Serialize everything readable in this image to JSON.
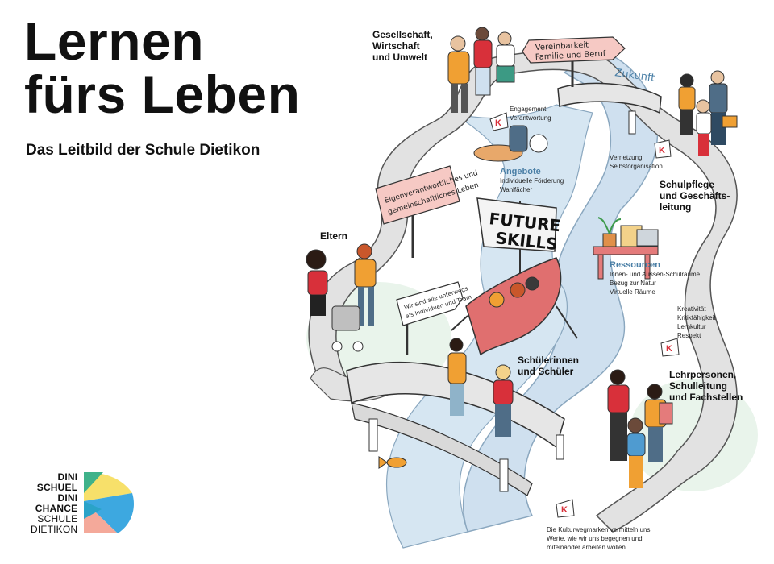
{
  "header": {
    "title_line1": "Lernen",
    "title_line2": "fürs Leben",
    "subtitle": "Das Leitbild der Schule Dietikon"
  },
  "signs": {
    "vereinbarkeit_line1": "Vereinbarkeit",
    "vereinbarkeit_line2": "Familie und Beruf",
    "zukunft": "Zukunft",
    "eigenverantwortlich_line1": "Eigenverantwortliches und",
    "eigenverantwortlich_line2": "gemeinschaftliches Leben",
    "unterwegs_line1": "Wir sind alle unterwegs",
    "unterwegs_line2": "als Individuen und Team",
    "future_skills_line1": "FUTURE",
    "future_skills_line2": "SKILLS",
    "marker_letter": "K"
  },
  "groups": {
    "gesellschaft_line1": "Gesellschaft,",
    "gesellschaft_line2": "Wirtschaft",
    "gesellschaft_line3": "und Umwelt",
    "schulpflege_line1": "Schulpflege",
    "schulpflege_line2": "und Geschäfts-",
    "schulpflege_line3": "leitung",
    "eltern": "Eltern",
    "schueler_line1": "Schülerinnen",
    "schueler_line2": "und Schüler",
    "lehrpersonen_line1": "Lehrpersonen,",
    "lehrpersonen_line2": "Schulleitung",
    "lehrpersonen_line3": "und Fachstellen"
  },
  "values": {
    "engagement": "Engagement",
    "verantwortung": "Verantwortung",
    "vernetzung": "Vernetzung",
    "selbstorganisation": "Selbstorganisation",
    "angebote_head": "Angebote",
    "angebote_1": "Individuelle Förderung",
    "angebote_2": "Wahlfächer",
    "ressourcen_head": "Ressourcen",
    "ressourcen_1": "Innen- und Aussen-Schulräume",
    "ressourcen_2": "Bezug zur Natur",
    "ressourcen_3": "Virtuelle Räume",
    "kreativitaet": "Kreativität",
    "kritik": "Kritikfähigkeit",
    "lernkultur": "Lernkultur",
    "respekt": "Respekt"
  },
  "footnote": {
    "line1": "Die Kulturwegmarken vermitteln uns",
    "line2": "Werte, wie wir uns begegnen und",
    "line3": "miteinander arbeiten wollen"
  },
  "logo": {
    "line1": "DINI",
    "line2": "SCHUEL",
    "line3": "DINI",
    "line4": "CHANCE",
    "line5": "SCHULE",
    "line6": "DIETIKON",
    "icon": "color-wheel-logo",
    "colors": [
      "#f7e06a",
      "#3fb28a",
      "#f4a99a",
      "#3da8e0",
      "#2aa3c8"
    ]
  },
  "colors": {
    "river": "#cfe0ef",
    "path": "#dcdcdc",
    "sign": "#f6c9c4",
    "boat": "#e06f6f",
    "accent_red": "#d8303a",
    "accent_orange": "#f0a033",
    "blue_head": "#4a7fa6"
  }
}
